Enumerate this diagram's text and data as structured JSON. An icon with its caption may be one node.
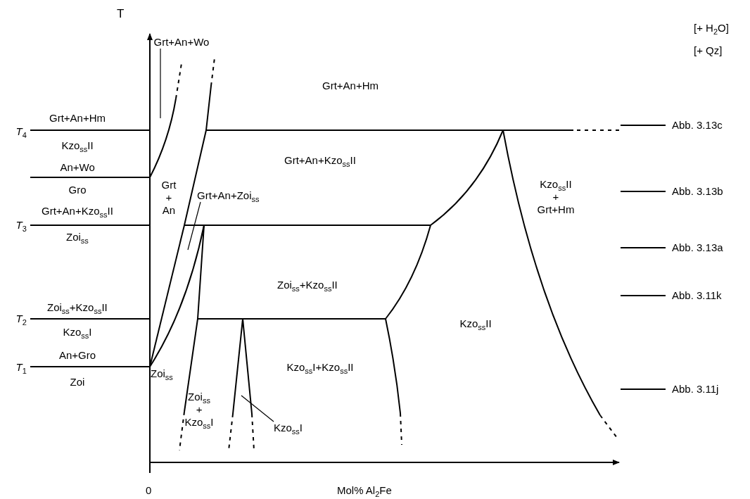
{
  "diagram": {
    "nodes": [
      {
        "text": [
          "Grt+An+Wo"
        ]
      },
      {
        "text": [
          "Grt+An+Zoi$_{ss}$"
        ]
      },
      {
        "text": [
          "Kzo$_{ss}$I"
        ]
      }
    ],
    "edges": [
      {
        "from": 0,
        "to": null,
        "arrow": "none"
      },
      {
        "from": 1,
        "to": null,
        "arrow": "none"
      },
      {
        "from": 2,
        "to": null,
        "arrow": "none"
      }
    ],
    "labels": [
      "T",
      "[+ H$_{2}$O]",
      "[+ Qz]",
      "Grt+An+Hm",
      "Grt+An+Hm",
      "Abb. 3.13c",
      "*T*$_{4}$",
      "Kzo$_{ss}$II",
      "Grt+An+Kzo$_{ss}$II",
      "An+Wo",
      "Grt + An",
      "Kzo$_{ss}$II + Grt+Hm",
      "Gro",
      "Abb. 3.13b",
      "Grt+An+Kzo$_{ss}$II",
      "*T*$_{3}$",
      "Zoi$_{ss}$",
      "Abb. 3.13a",
      "Zoi$_{ss}$+Kzo$_{ss}$II",
      "Abb. 3.11k",
      "Zoi$_{ss}$+Kzo$_{ss}$II",
      "*T*$_{2}$",
      "Kzo$_{ss}$I",
      "Kzo$_{ss}$II",
      "An+Gro",
      "*T*$_{1}$",
      "Zoi$_{ss}$",
      "Kzo$_{ss}$I+Kzo$_{ss}$II",
      "Zoi",
      "Abb. 3.11j",
      "Zoi$_{ss}$ + Kzo$_{ss}$I",
      "0",
      "Mol% Al$_{2}$Fe"
    ]
  }
}
